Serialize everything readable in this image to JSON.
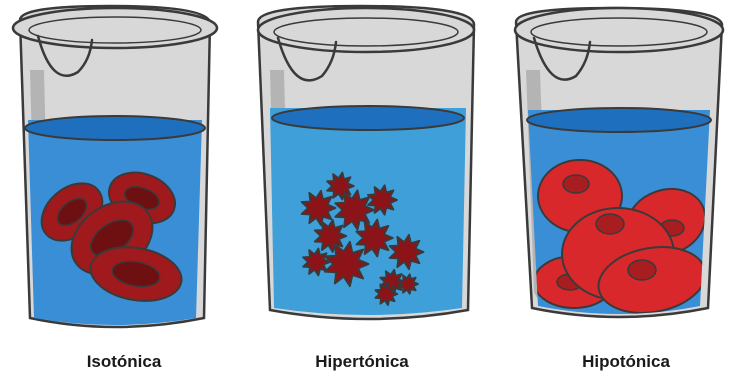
{
  "colors": {
    "outline": "#3a3a3a",
    "glass": "#d8d8d8",
    "glass_shadow": "#b4b4b4",
    "solution": "#3a8ed6",
    "solution_hyper": "#3f9fd8",
    "solution_top": "#1f6fbf",
    "cell_iso": "#a0191c",
    "cell_iso_center": "#6e0f12",
    "cell_hyper": "#8c1418",
    "cell_hypo": "#d9282b",
    "cell_hypo_center": "#a81d20"
  },
  "beakers": [
    {
      "label": "Isotónica",
      "state": "isotonic"
    },
    {
      "label": "Hipertónica",
      "state": "hypertonic"
    },
    {
      "label": "Hipotónica",
      "state": "hypotonic"
    }
  ]
}
